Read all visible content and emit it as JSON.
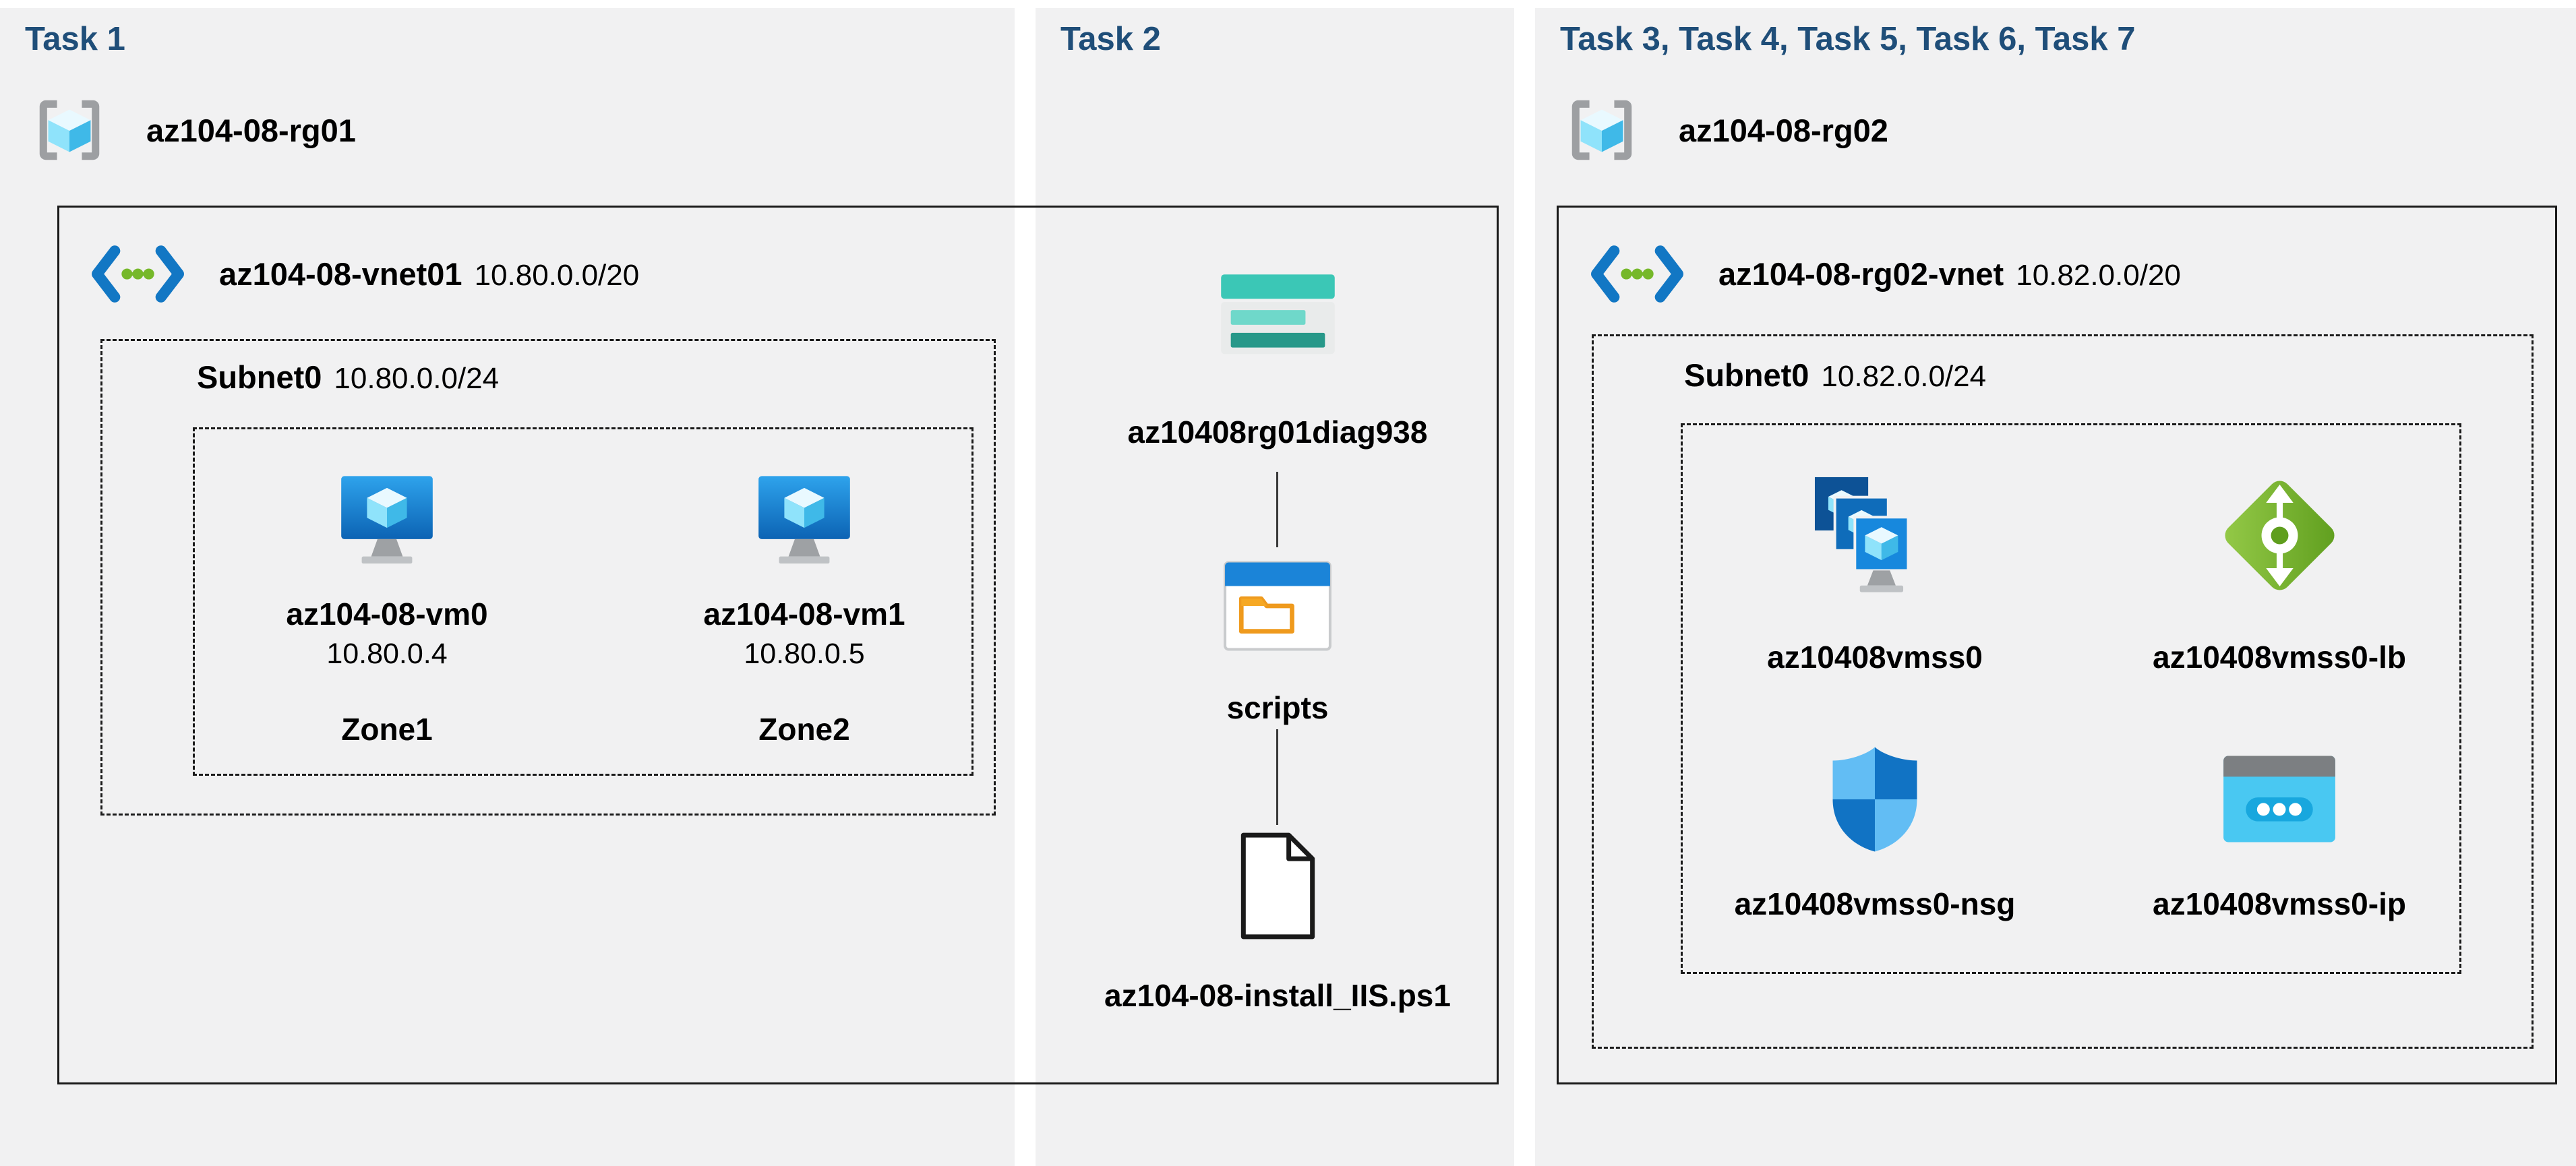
{
  "colors": {
    "panel_bg": "#f1f1f2",
    "title_text": "#1f4e79",
    "boundary": "#1a1a1a",
    "azure_blue": "#1788dd",
    "teal": "#3bc7b6",
    "green": "#76b82a"
  },
  "icons": {
    "resource_group": "resource-group-icon",
    "virtual_network": "virtual-network-icon",
    "virtual_machine": "virtual-machine-icon",
    "storage_account": "storage-account-icon",
    "blob_container": "blob-container-icon",
    "script_file": "file-icon",
    "vm_scale_set": "vm-scale-set-icon",
    "load_balancer": "load-balancer-icon",
    "network_security_group": "network-security-group-icon",
    "public_ip": "public-ip-icon"
  },
  "panels": [
    {
      "title": "Task 1",
      "resource_group": {
        "name": "az104-08-rg01"
      },
      "vnet": {
        "name": "az104-08-vnet01",
        "cidr": "10.80.0.0/20"
      },
      "subnet": {
        "name": "Subnet0",
        "cidr": "10.80.0.0/24"
      },
      "vms": [
        {
          "name": "az104-08-vm0",
          "ip": "10.80.0.4",
          "zone": "Zone1"
        },
        {
          "name": "az104-08-vm1",
          "ip": "10.80.0.5",
          "zone": "Zone2"
        }
      ]
    },
    {
      "title": "Task 2",
      "storage_account": {
        "name": "az10408rg01diag938"
      },
      "container": {
        "name": "scripts"
      },
      "script_file": {
        "name": "az104-08-install_IIS.ps1"
      }
    },
    {
      "title": "Task 3, Task 4, Task 5, Task 6, Task 7",
      "resource_group": {
        "name": "az104-08-rg02"
      },
      "vnet": {
        "name": "az104-08-rg02-vnet",
        "cidr": "10.82.0.0/20"
      },
      "subnet": {
        "name": "Subnet0",
        "cidr": "10.82.0.0/24"
      },
      "resources": [
        {
          "name": "az10408vmss0",
          "type": "vm-scale-set"
        },
        {
          "name": "az10408vmss0-lb",
          "type": "load-balancer"
        },
        {
          "name": "az10408vmss0-nsg",
          "type": "network-security-group"
        },
        {
          "name": "az10408vmss0-ip",
          "type": "public-ip"
        }
      ]
    }
  ]
}
